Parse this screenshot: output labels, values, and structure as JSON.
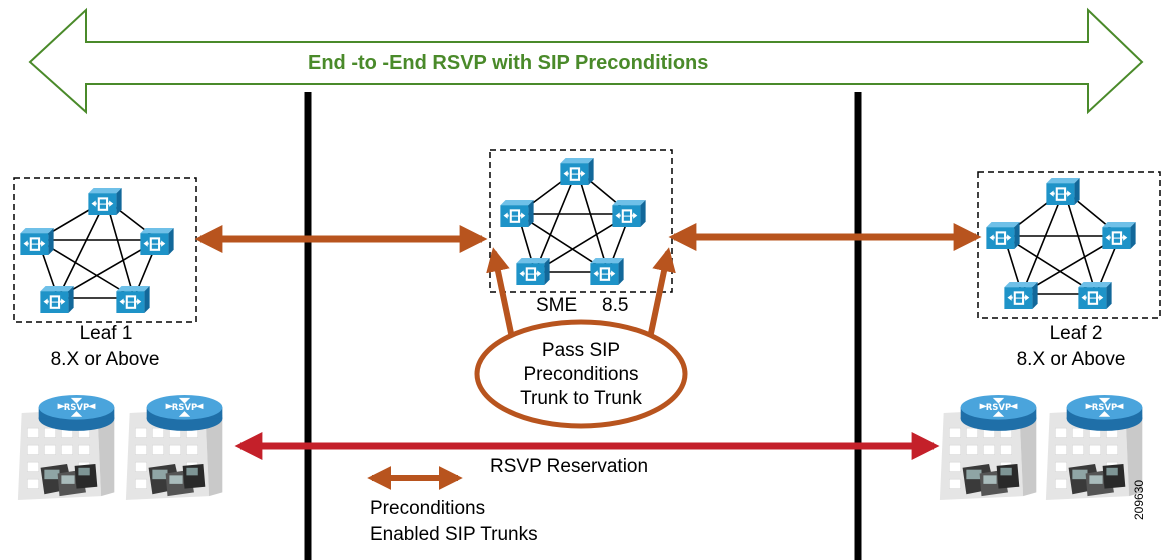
{
  "banner": {
    "title": "End -to -End RSVP with SIP Preconditions"
  },
  "clusters": {
    "leaf1": {
      "name": "Leaf 1",
      "version": "8.X or Above"
    },
    "sme": {
      "name": "SME",
      "version": "8.5"
    },
    "leaf2": {
      "name": "Leaf 2",
      "version": "8.X or Above"
    }
  },
  "callout": {
    "line1": "Pass SIP",
    "line2": "Preconditions",
    "line3": "Trunk to Trunk"
  },
  "reservation_label": "RSVP Reservation",
  "legend": {
    "line1": "Preconditions",
    "line2": "Enabled SIP Trunks"
  },
  "figure_id": "209630",
  "colors": {
    "banner_arrow": "#4a8a2a",
    "trunk_arrow": "#b8541e",
    "rsvp_arrow": "#c4202a",
    "phone_blue": "#1e93c8",
    "router_blue": "#1f6fa8"
  },
  "icons": [
    "ip-phone-icon",
    "rsvp-router-icon",
    "building-icon"
  ]
}
